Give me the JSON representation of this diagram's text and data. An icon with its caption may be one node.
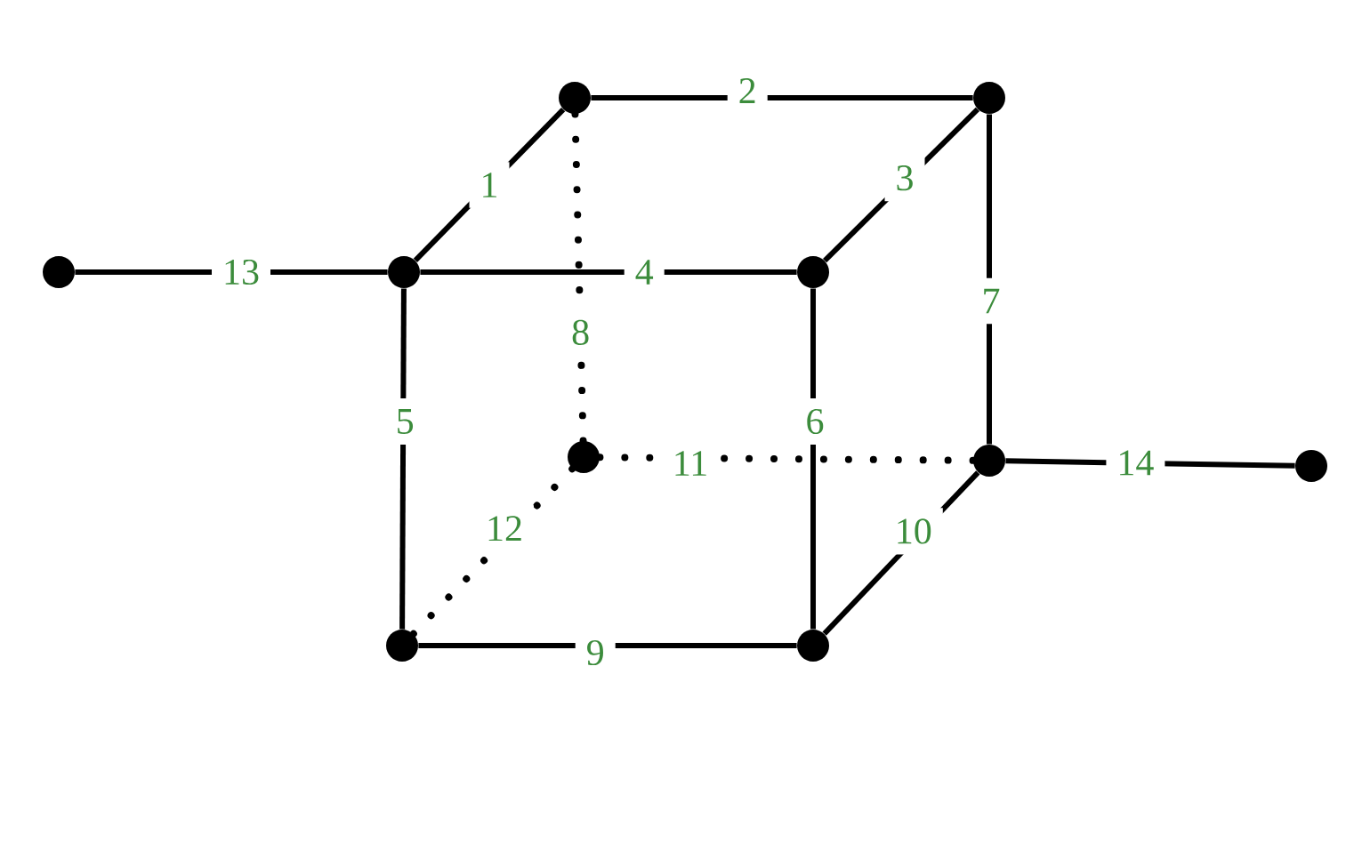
{
  "diagram": {
    "nodes": [
      {
        "text": [],
        "shape": "circle"
      },
      {
        "text": [],
        "shape": "circle"
      },
      {
        "text": [],
        "shape": "circle"
      },
      {
        "text": [],
        "shape": "circle"
      },
      {
        "text": [],
        "shape": "circle"
      },
      {
        "text": [],
        "shape": "circle"
      },
      {
        "text": [],
        "shape": "circle"
      },
      {
        "text": [],
        "shape": "circle"
      },
      {
        "text": [],
        "shape": "circle"
      },
      {
        "text": [],
        "shape": "circle"
      }
    ],
    "edges": [
      {
        "from": 3,
        "to": 0,
        "arrow": "none",
        "label": "1"
      },
      {
        "from": 0,
        "to": 1,
        "arrow": "none",
        "label": "2"
      },
      {
        "from": 4,
        "to": 1,
        "arrow": "none",
        "label": "3"
      },
      {
        "from": 3,
        "to": 4,
        "arrow": "none",
        "label": "4"
      },
      {
        "from": 3,
        "to": 8,
        "arrow": "none",
        "label": "5"
      },
      {
        "from": 4,
        "to": 9,
        "arrow": "none",
        "label": "6"
      },
      {
        "from": 1,
        "to": 6,
        "arrow": "none",
        "label": "7"
      },
      {
        "from": 0,
        "to": 5,
        "arrow": "none",
        "label": "8",
        "style": "dashed"
      },
      {
        "from": 8,
        "to": 9,
        "arrow": "none",
        "label": "9"
      },
      {
        "from": 9,
        "to": 6,
        "arrow": "none",
        "label": "10"
      },
      {
        "from": 5,
        "to": 6,
        "arrow": "none",
        "label": "11",
        "style": "dashed"
      },
      {
        "from": 5,
        "to": 8,
        "arrow": "none",
        "label": "12",
        "style": "dashed"
      },
      {
        "from": 2,
        "to": 3,
        "arrow": "none",
        "label": "13"
      },
      {
        "from": 6,
        "to": 7,
        "arrow": "none",
        "label": "14"
      }
    ]
  }
}
